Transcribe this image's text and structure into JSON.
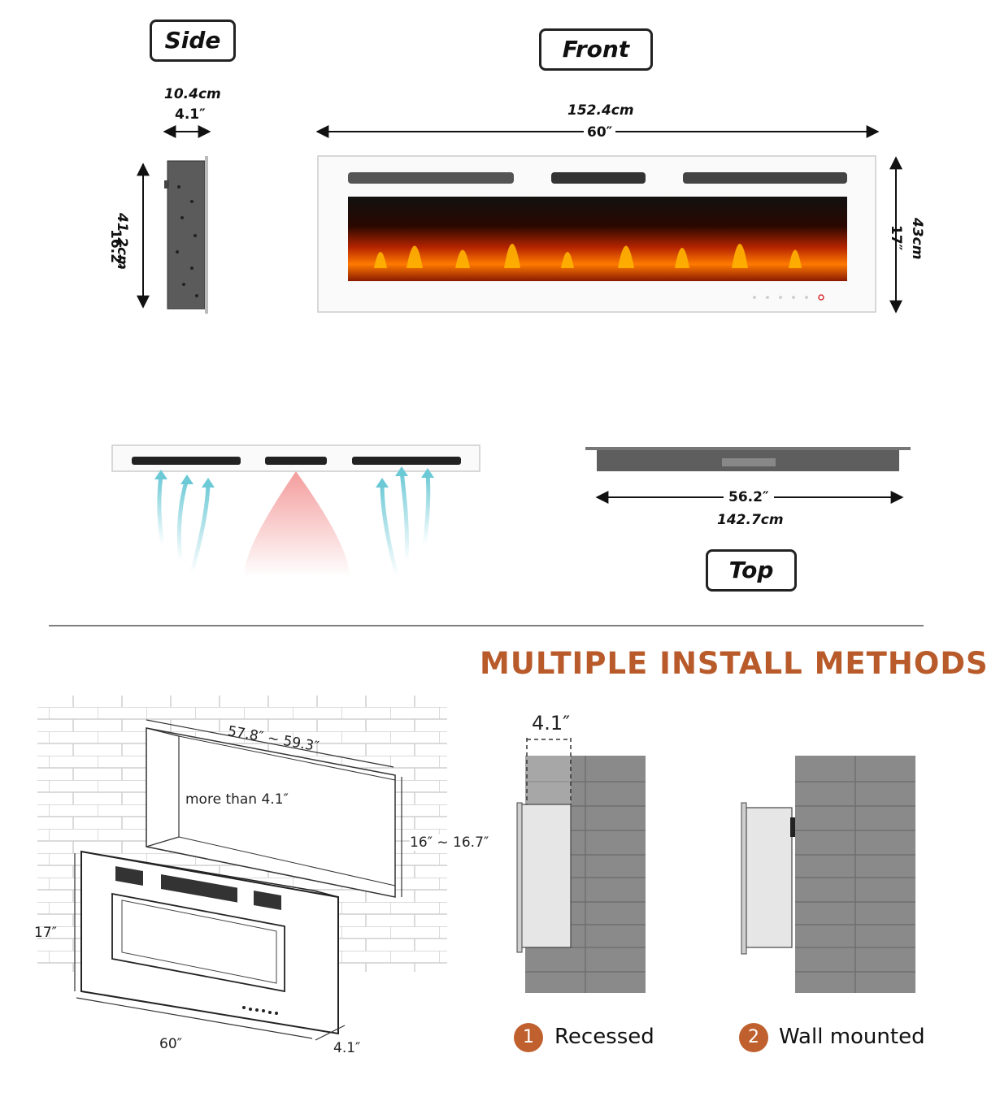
{
  "labels": {
    "side": "Side",
    "front": "Front",
    "top": "Top"
  },
  "side_dims": {
    "depth_cm": "10.4cm",
    "depth_in": "4.1″",
    "height_in": "16.2″",
    "height_cm": "41.2cm"
  },
  "front_dims": {
    "width_cm": "152.4cm",
    "width_in": "60″",
    "height_in": "17″",
    "height_cm": "43cm"
  },
  "top_dims": {
    "width_in": "56.2″",
    "width_cm": "142.7cm"
  },
  "install": {
    "title": "MULTIPLE INSTALL METHODS",
    "opening_width": "57.8″ ~ 59.3″",
    "opening_depth": "more than 4.1″",
    "opening_height": "16″ ~ 16.7″",
    "unit_height": "17″",
    "unit_width": "60″",
    "unit_depth": "4.1″",
    "recess_depth": "4.1″",
    "methods": [
      {
        "num": "1",
        "label": "Recessed"
      },
      {
        "num": "2",
        "label": "Wall mounted"
      }
    ]
  },
  "colors": {
    "accent": "#b85a2a",
    "badge": "#c0602e",
    "wall": "#8a8a8a",
    "cool_air": "#6cc9d6",
    "warm_air": "#f07b7b"
  }
}
